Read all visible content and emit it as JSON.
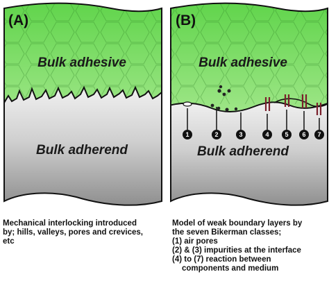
{
  "panel_a": {
    "letter": "(A)",
    "adhesive_label": "Bulk adhesive",
    "adherend_label": "Bulk adherend",
    "caption_lines": [
      "Mechanical interlocking introduced",
      "by; hills, valleys, pores and crevices,",
      "etc"
    ]
  },
  "panel_b": {
    "letter": "(B)",
    "adhesive_label": "Bulk adhesive",
    "adherend_label": "Bulk adherend",
    "markers": [
      "1",
      "2",
      "3",
      "4",
      "5",
      "6",
      "7"
    ],
    "caption_lines": [
      "Model of weak boundary layers by",
      "the seven Bikerman classes;",
      "(1) air pores",
      "(2) & (3) impurities at the interface",
      "(4) to (7) reaction between",
      "components and medium"
    ]
  },
  "colors": {
    "adhesive_top": "#5fd44a",
    "adhesive_bottom": "#e6f8e0",
    "adherend_top": "#e4e4e4",
    "adherend_bottom": "#8a8a8a",
    "reaction_marks": "#7a1f2b",
    "outline": "#111111"
  }
}
